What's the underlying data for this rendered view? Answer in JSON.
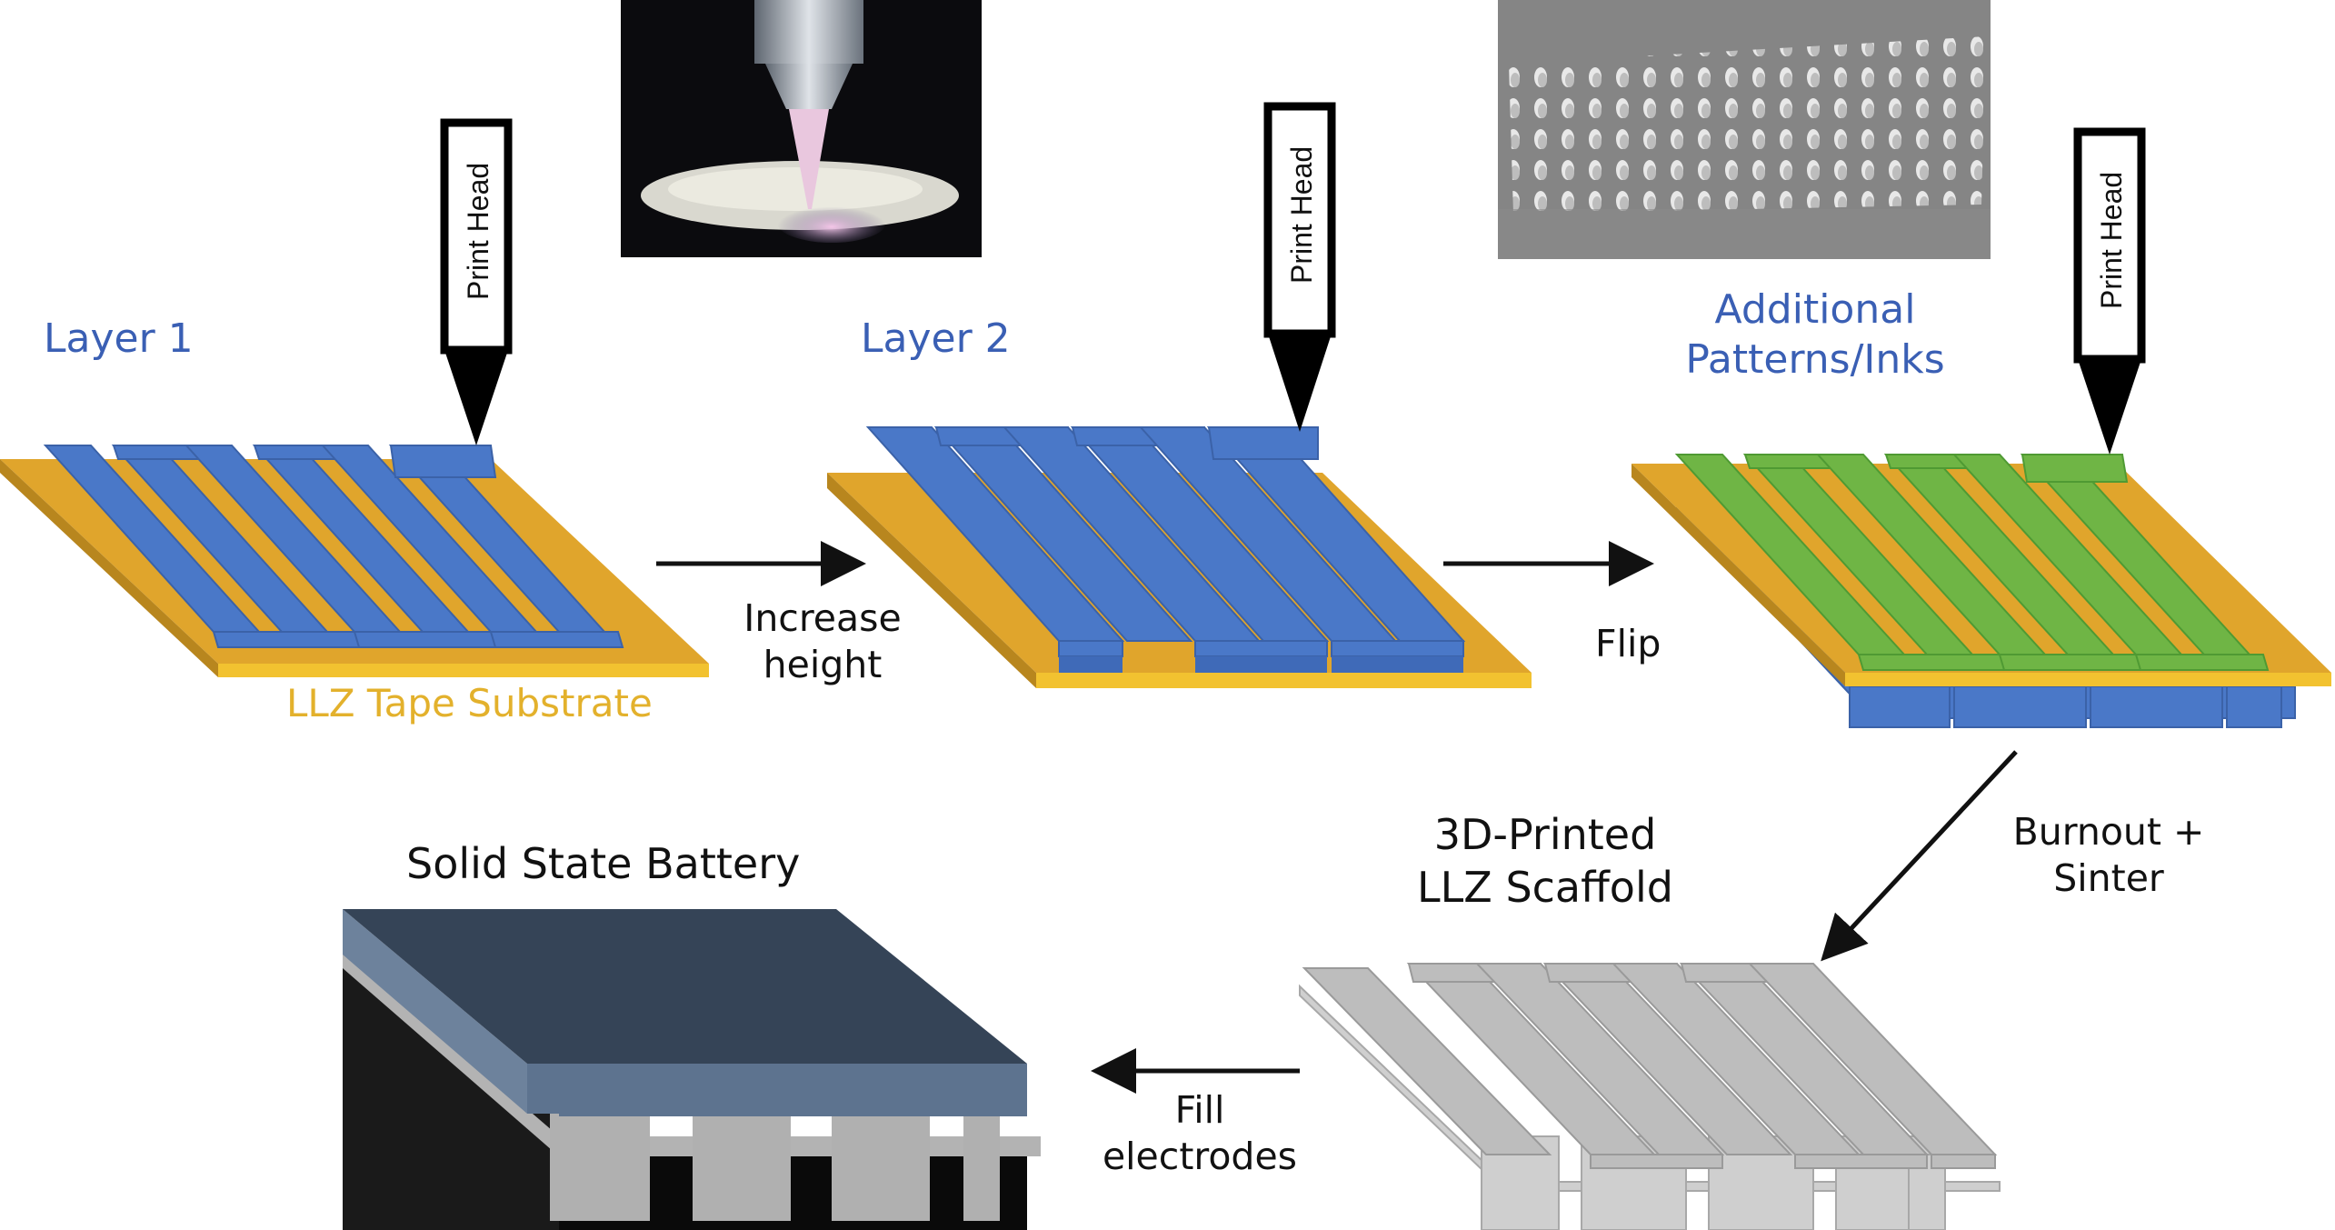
{
  "labels": {
    "layer1": "Layer 1",
    "layer2": "Layer 2",
    "additional": [
      "Additional",
      "Patterns/Inks"
    ],
    "substrate": "LLZ Tape Substrate",
    "increase": [
      "Increase",
      "height"
    ],
    "flip": "Flip",
    "burnout": [
      "Burnout +",
      "Sinter"
    ],
    "scaffold": [
      "3D-Printed",
      "LLZ Scaffold"
    ],
    "battery": "Solid State Battery",
    "fill": [
      "Fill",
      "electrodes"
    ],
    "print_head": "Print Head"
  },
  "colors": {
    "trace_blue": "#4a78c8",
    "substrate_gold": "#e0a52c",
    "trace_green": "#6fb545",
    "scaffold_gray": "#bdbdbd",
    "battery_top": "#3a4a5c"
  },
  "icons": [
    "nozzle-photo",
    "sem-pillar-photo",
    "print-head-icon",
    "arrow-icon"
  ]
}
